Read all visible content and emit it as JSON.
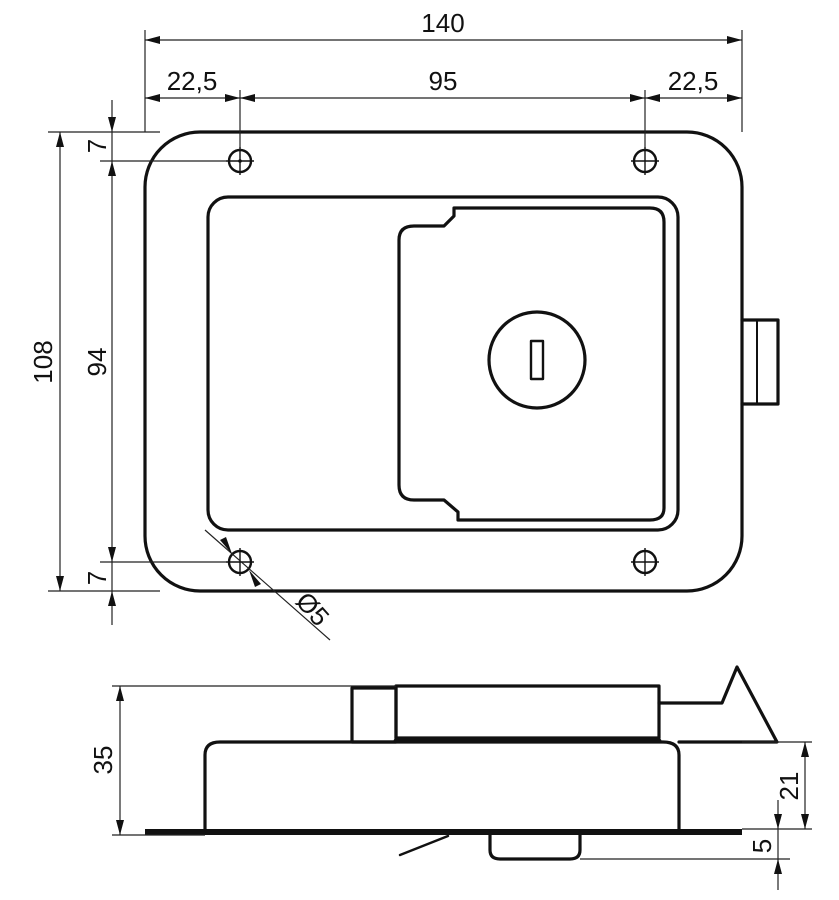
{
  "dimensions": {
    "overall_width": "140",
    "hole_offset_left": "22,5",
    "hole_spacing": "95",
    "hole_offset_right": "22,5",
    "overall_height": "108",
    "hole_spacing_vertical": "94",
    "hole_offset_top": "7",
    "hole_offset_bottom": "7",
    "hole_diameter": "Ø5",
    "side_total_depth": "35",
    "side_body_depth": "21",
    "side_flange_depth": "5"
  }
}
